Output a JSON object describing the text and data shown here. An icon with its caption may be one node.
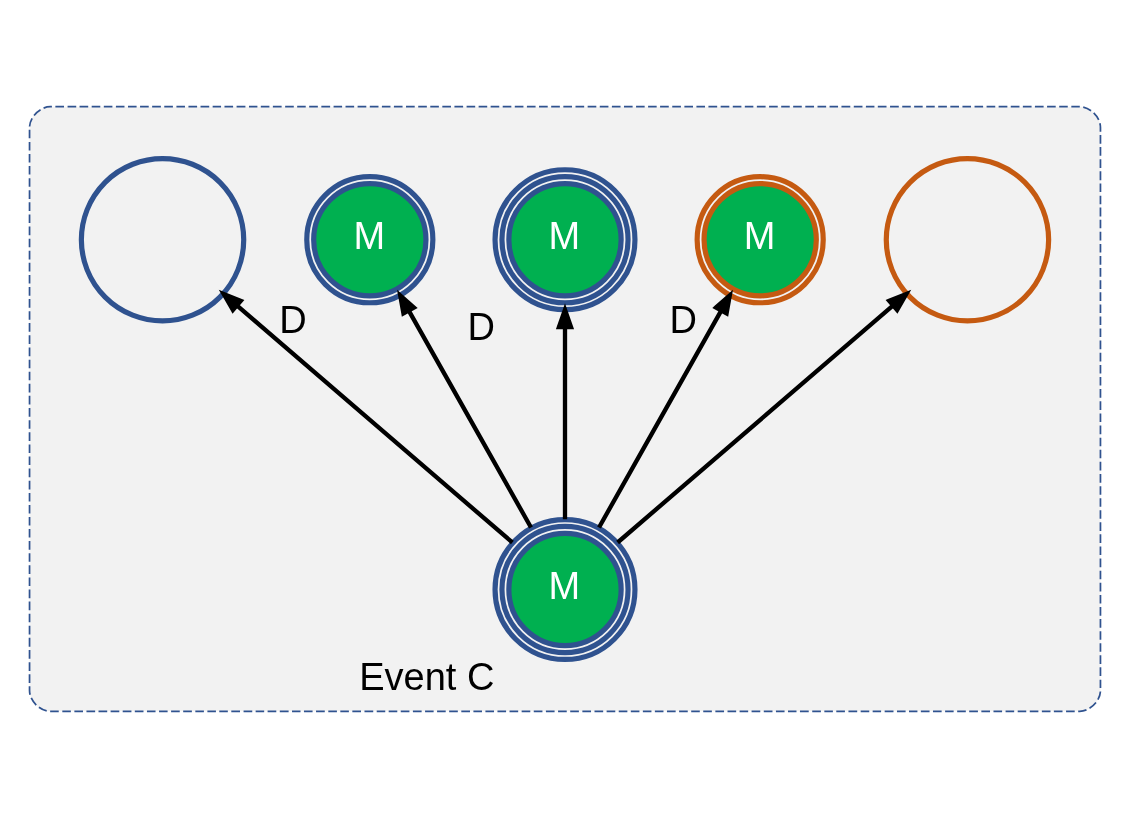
{
  "diagram": {
    "nodes": [
      {
        "text": [],
        "shape": "box"
      },
      {
        "text": [],
        "shape": "circle",
        "in": 0
      },
      {
        "text": [
          "M"
        ],
        "beside": [
          "D"
        ],
        "in": 0
      },
      {
        "text": [
          "M"
        ],
        "beside": [
          "D"
        ],
        "in": 0
      },
      {
        "text": [
          "M"
        ],
        "beside": [
          "D"
        ],
        "in": 0
      },
      {
        "text": [],
        "shape": "circle",
        "in": 0
      },
      {
        "text": [
          "M"
        ],
        "beside": [
          "Event C"
        ],
        "in": 0
      }
    ],
    "edges": [
      {
        "from": 6,
        "to": 1,
        "arrow": "to"
      },
      {
        "from": 6,
        "to": 2,
        "arrow": "to"
      },
      {
        "from": 6,
        "to": 3,
        "arrow": "to"
      },
      {
        "from": 6,
        "to": 4,
        "arrow": "to"
      },
      {
        "from": 6,
        "to": 5,
        "arrow": "to"
      }
    ]
  }
}
